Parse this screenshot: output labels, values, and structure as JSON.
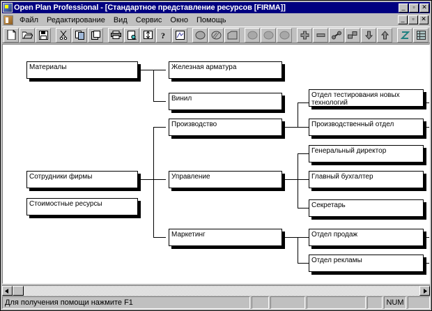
{
  "window": {
    "title": "Open Plan Professional - [Стандартное представление ресурсов [FIRMA]]",
    "app_icon": "open-plan-icon",
    "buttons": {
      "minimize": "_",
      "restore": "▫",
      "close": "✕"
    }
  },
  "mdi": {
    "icon": "document-icon",
    "buttons": {
      "minimize": "_",
      "restore": "▫",
      "close": "✕"
    }
  },
  "menu": {
    "items": [
      {
        "label": "Файл",
        "accel": "Ф"
      },
      {
        "label": "Редактирование",
        "accel": "Р"
      },
      {
        "label": "Вид",
        "accel": "и"
      },
      {
        "label": "Сервис",
        "accel": "С"
      },
      {
        "label": "Окно",
        "accel": "О"
      },
      {
        "label": "Помощь",
        "accel": "П"
      }
    ]
  },
  "toolbar": {
    "groups": [
      [
        "new-file-icon",
        "open-folder-icon",
        "save-disk-icon"
      ],
      [
        "cut-scissors-icon",
        "copy-icon",
        "paste-icon"
      ],
      [
        "print-icon",
        "print-preview-icon",
        "sort-icon",
        "help-question-icon",
        "find-icon"
      ],
      [
        "ellipse-filled-icon",
        "ellipse-pattern-icon",
        "polygon-icon"
      ],
      [
        "circle-gray-icon",
        "circle-gray2-icon",
        "circle-gray3-icon"
      ],
      [
        "plus-icon",
        "minus-icon",
        "link-icon",
        "step-icon",
        "arrow-down-icon",
        "arrow-up-icon"
      ],
      [
        "zigzag-icon",
        "table-icon"
      ],
      [
        "layout-icon",
        "resize-icon"
      ]
    ]
  },
  "diagram": {
    "title": "Стандартное представление ресурсов [FIRMA]",
    "nodes": [
      {
        "id": "materialy",
        "label": "Материалы"
      },
      {
        "id": "sotrudniki",
        "label": "Сотрудники фирмы"
      },
      {
        "id": "stoimost",
        "label": "Стоимостные ресурсы"
      },
      {
        "id": "armatura",
        "label": "Железная арматура"
      },
      {
        "id": "vinil",
        "label": "Винил"
      },
      {
        "id": "proizvodstvo",
        "label": "Производство"
      },
      {
        "id": "upravlenie",
        "label": "Управление"
      },
      {
        "id": "marketing",
        "label": "Маркетинг"
      },
      {
        "id": "otdel_test",
        "label": "Отдел тестирования новых\nтехнологий"
      },
      {
        "id": "proizv_otdel",
        "label": "Производственный отдел"
      },
      {
        "id": "gen_director",
        "label": "Генеральный директор"
      },
      {
        "id": "gl_buhgalter",
        "label": "Главный бухгалтер"
      },
      {
        "id": "sekretar",
        "label": "Секретарь"
      },
      {
        "id": "otdel_prodaz",
        "label": "Отдел продаж"
      },
      {
        "id": "otdel_reklam",
        "label": "Отдел рекламы"
      }
    ]
  },
  "hscrollbar": {
    "left_arrow": "◄",
    "right_arrow": "►"
  },
  "statusbar": {
    "message": "Для получения помощи нажмите F1",
    "pane1": "",
    "pane2": "",
    "pane3": "",
    "pane4": "",
    "num": "NUM",
    "pane5": ""
  },
  "colors": {
    "title_bar": "#000080",
    "face": "#c0c0c0",
    "canvas": "#ffffff",
    "node_border": "#000000",
    "shadow": "#000000"
  }
}
